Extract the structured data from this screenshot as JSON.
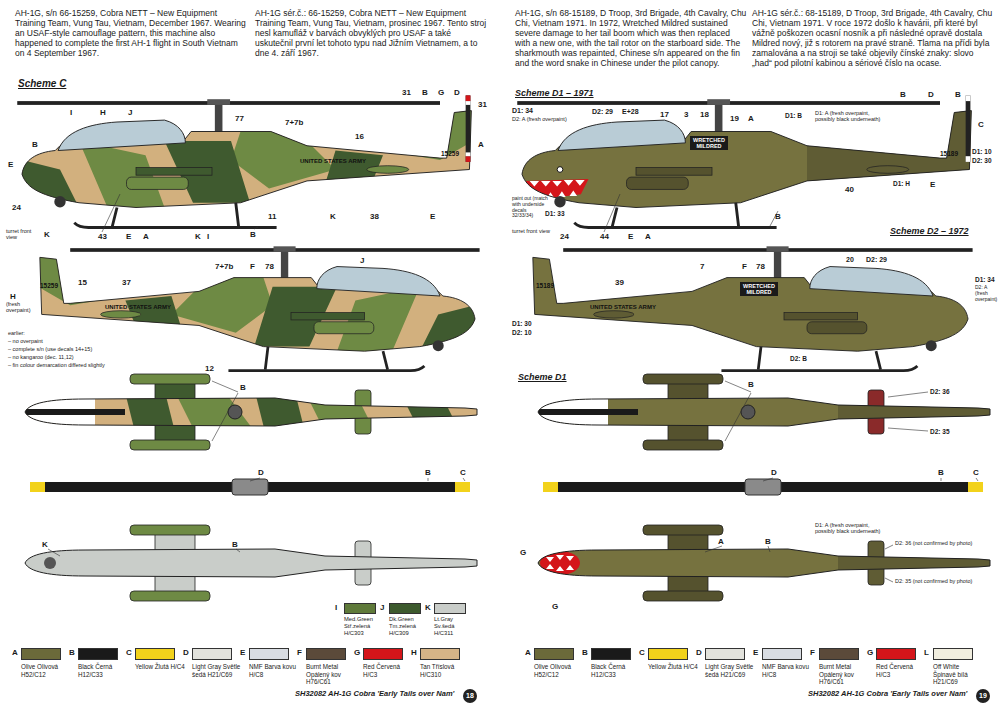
{
  "diagram": {
    "labels": [
      "AH-1G, s/n 66-15259, Cobra NETT – New Equipment Training Team, Vung Tau, Vietnam, December 1967. Wearing an USAF-style camouflage pattern, this machine also happened to complete the first AH-1 flight in South Vietnam on 4 September 1967.",
      "AH-1G sér.č.: 66-15259, Cobra NETT – New Equipment Training Team, Vung Tau, Vietnam, prosinec 1967. Tento stroj nesl kamufláž v barvách obvyklých pro USAF a také uskutečnil první let tohoto typu nad Jižním Vietnamem, a to dne 4. září 1967.",
      "Scheme C",
      "31",
      "B",
      "G",
      "D",
      "31",
      "I",
      "H",
      "J",
      "77",
      "7+7b",
      "E",
      "B",
      "A",
      "16",
      "15259",
      "UNITED STATES ARMY",
      "24",
      "turret front view",
      "K",
      "43",
      "E",
      "A",
      "K",
      "I",
      "11",
      "K",
      "38",
      "E",
      "B",
      "7+7b",
      "F",
      "78",
      "J",
      "15259",
      "15",
      "37",
      "H",
      "(fresh overpaint)",
      "UNITED STATES ARMY",
      "earlier:",
      "– no overpaint",
      "– complete s/n (use decals 14+15)",
      "– no kangaroo (dec. 11,12)",
      "– fin colour demarcation differed slightly",
      "12",
      "B",
      "D",
      "B",
      "C",
      "K",
      "B",
      "I",
      "J",
      "K",
      "A",
      "B",
      "C",
      "D",
      "E",
      "F",
      "G",
      "H",
      "SH32082 AH-1G Cobra 'Early Tails over Nam'",
      "18",
      "AH-1G, s/n 68-15189, D Troop, 3rd Brigade, 4th Cavalry, Chu Chi, Vietnam 1971. In 1972, Wretched Mildred sustained severe damage to her tail boom which was then replaced with a new one, with the tail rotor on the starboard side. The sharkmouth was repainted, Chinese s/n appeared on the fin and the word snake in Chinese under the pilot canopy.",
      "AH-1G sér.č.: 68-15189, D Troop, 3rd Brigade, 4th Cavalry, Chu Chi, Vietnam 1971. V roce 1972 došlo k havárii, při které byl vážně poškozen ocasní nosník a při následné opravě dostala Mildred nový, již s rotorem na pravé straně. Tlama na přídi byla zamalována a na stroji se také objevily čínské znaky: slovo „had“ pod pilotní kabinou a sériové číslo na ocase.",
      "Scheme D1 – 1971",
      "D1: 34",
      "D2: A (fresh overpaint)",
      "D2: 29",
      "E+28",
      "17",
      "3",
      "18",
      "19",
      "A",
      "WRETCHED MILDRED",
      "D1: B",
      "D1: A (fresh overpaint, possibly black underneath)",
      "B",
      "D",
      "B",
      "C",
      "15189",
      "D1: 10",
      "D2: 30",
      "D1: H",
      "E",
      "40",
      "B",
      "paint out (match with underside decals 32/33/34)",
      "D1: 33",
      "turret front view",
      "24",
      "44",
      "E",
      "A",
      "Scheme D2 – 1972",
      "7",
      "F",
      "78",
      "WRETCHED MILDRED",
      "20",
      "D2: 29",
      "D1: 34",
      "D2: A (fresh overpaint)",
      "39",
      "15189",
      "D1: 30",
      "D2: 10",
      "UNITED STATES ARMY",
      "D2: B",
      "Scheme D1",
      "B",
      "D2: 36",
      "D2: 35",
      "D",
      "B",
      "C",
      "A",
      "B",
      "D1: A (fresh overpaint, possibly black underneath)",
      "D2: 36 (not confirmed by photo)",
      "D2: 35 (not confirmed by photo)",
      "G",
      "G",
      "A",
      "B",
      "C",
      "D",
      "E",
      "F",
      "G",
      "L",
      "SH32082 AH-1G Cobra 'Early Tails over Nam'",
      "19"
    ],
    "legend": [
      {
        "text": "Olive Olivová H52/C12",
        "color": "#6b6a3a"
      },
      {
        "text": "Black Černá H12/C33",
        "color": "#1a1a1a"
      },
      {
        "text": "Yellow Žlutá H/C4",
        "color": "#f2d21b"
      },
      {
        "text": "Light Gray Světle šedá H21/C69",
        "color": "#e2e2dc"
      },
      {
        "text": "NMF Barva kovu H/C8",
        "color": "#d9dde3"
      },
      {
        "text": "Burnt Metal Opálený kov H76/C61",
        "color": "#5b4a3a"
      },
      {
        "text": "Red Červená H/C3",
        "color": "#d4151a"
      },
      {
        "text": "Tan Tříslová H/C310",
        "color": "#d6b487"
      },
      {
        "text": "Med.Green Stř.zelená H/C303",
        "color": "#5f7a3a"
      },
      {
        "text": "Dk.Green Tm.zelená H/C309",
        "color": "#3d5a2e"
      },
      {
        "text": "Lt.Gray Sv.šedá H/C311",
        "color": "#c9cdc9"
      },
      {
        "text": "Olive Olivová H52/C12",
        "color": "#6b6a3a"
      },
      {
        "text": "Black Černá H12/C33",
        "color": "#1a1a1a"
      },
      {
        "text": "Yellow Žlutá H/C4",
        "color": "#f2d21b"
      },
      {
        "text": "Light Gray Světle šedá H21/C69",
        "color": "#e2e2dc"
      },
      {
        "text": "NMF Barva kovu H/C8",
        "color": "#d9dde3"
      },
      {
        "text": "Burnt Metal Opálený kov H76/C61",
        "color": "#5b4a3a"
      },
      {
        "text": "Red Červená H/C3",
        "color": "#d4151a"
      },
      {
        "text": "Off White Špinavě bílá H21/C69",
        "color": "#f1eedf"
      }
    ]
  }
}
